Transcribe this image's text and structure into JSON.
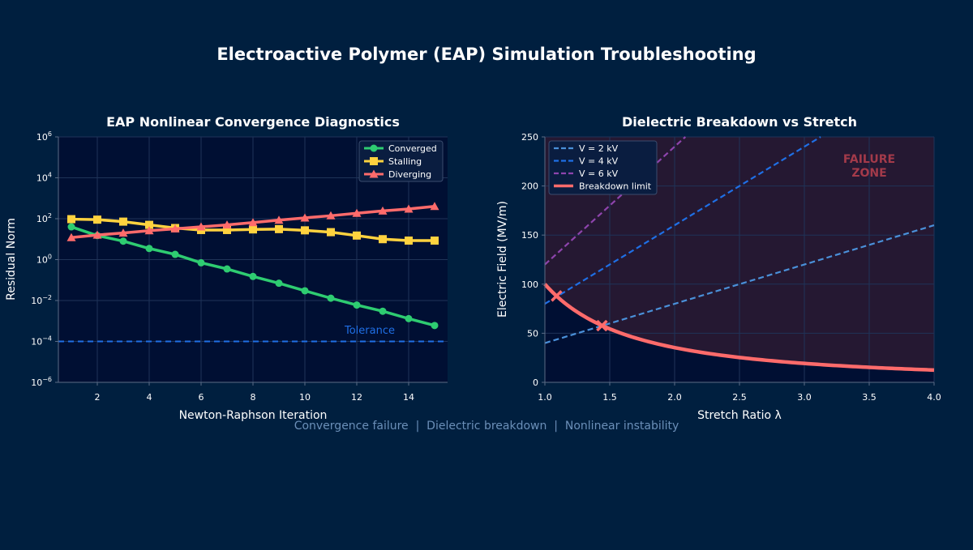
{
  "figure": {
    "title": "Electroactive Polymer (EAP) Simulation Troubleshooting",
    "footer": "Convergence failure  |  Dielectric breakdown  |  Nonlinear instability",
    "colors": {
      "background": "#001f3f",
      "plot_bg": "#000f33",
      "grid": "#1f3358",
      "axis": "#5b6b85",
      "text": "#ffffff",
      "footer": "#6b8fb8"
    }
  },
  "chart_data": [
    {
      "type": "line",
      "title": "EAP Nonlinear Convergence Diagnostics",
      "xlabel": "Newton-Raphson Iteration",
      "ylabel": "Residual Norm",
      "yscale": "log",
      "xlim": [
        0.5,
        15.5
      ],
      "ylim": [
        1e-06,
        1000000.0
      ],
      "xticks": [
        "2",
        "4",
        "6",
        "8",
        "10",
        "12",
        "14"
      ],
      "yticks": [
        -6,
        -4,
        -2,
        0,
        2,
        4,
        6
      ],
      "ytick_base": "10",
      "grid": true,
      "legend": "top-right",
      "x": [
        1,
        2,
        3,
        4,
        5,
        6,
        7,
        8,
        9,
        10,
        11,
        12,
        13,
        14,
        15
      ],
      "series": [
        {
          "name": "Converged",
          "color": "#2ecc71",
          "marker": "circle",
          "values": [
            40,
            15,
            8,
            3.5,
            1.8,
            0.7,
            0.35,
            0.15,
            0.07,
            0.03,
            0.013,
            0.006,
            0.003,
            0.0013,
            0.0006
          ]
        },
        {
          "name": "Stalling",
          "color": "#ffd23f",
          "marker": "square",
          "values": [
            95,
            90,
            72,
            50,
            35,
            28,
            28,
            30,
            31,
            27,
            22,
            15,
            10,
            8.5,
            8.5
          ]
        },
        {
          "name": "Diverging",
          "color": "#ff6b6b",
          "marker": "triangle",
          "values": [
            12,
            16,
            20,
            26,
            32,
            40,
            50,
            65,
            85,
            110,
            140,
            185,
            240,
            300,
            400
          ]
        }
      ],
      "annotations": [
        {
          "text": "Tolerance",
          "y": 0.0001,
          "color": "#1f6fe5",
          "style": "dashed"
        }
      ]
    },
    {
      "type": "line",
      "title": "Dielectric Breakdown vs Stretch",
      "xlabel": "Stretch Ratio  λ",
      "ylabel": "Electric Field (MV/m)",
      "xlim": [
        1.0,
        4.0
      ],
      "ylim": [
        0,
        250
      ],
      "xticks": [
        "1.0",
        "1.5",
        "2.0",
        "2.5",
        "3.0",
        "3.5",
        "4.0"
      ],
      "yticks": [
        "0",
        "50",
        "100",
        "150",
        "200",
        "250"
      ],
      "grid": true,
      "legend": "top-left",
      "series": [
        {
          "name": "V = 2 kV",
          "color": "#4a90d9",
          "style": "dashed",
          "x": [
            1.0,
            4.0
          ],
          "values": [
            40,
            160
          ]
        },
        {
          "name": "V = 4 kV",
          "color": "#1f6fe5",
          "style": "dashed",
          "x": [
            1.0,
            3.125
          ],
          "values": [
            80,
            250
          ]
        },
        {
          "name": "V = 6 kV",
          "color": "#8e44ad",
          "style": "dashed",
          "x": [
            1.0,
            2.083
          ],
          "values": [
            120,
            250
          ]
        },
        {
          "name": "Breakdown limit",
          "color": "#ff6b6b",
          "style": "solid",
          "function": "100 / λ^1.5",
          "x_range": [
            1.0,
            4.0
          ]
        }
      ],
      "failure_zone": {
        "text_line1": "FAILURE",
        "text_line2": "ZONE",
        "color": "#a33a4a"
      },
      "intersections": [
        {
          "x": 1.09,
          "y": 88
        },
        {
          "x": 1.44,
          "y": 57.7
        }
      ]
    }
  ]
}
